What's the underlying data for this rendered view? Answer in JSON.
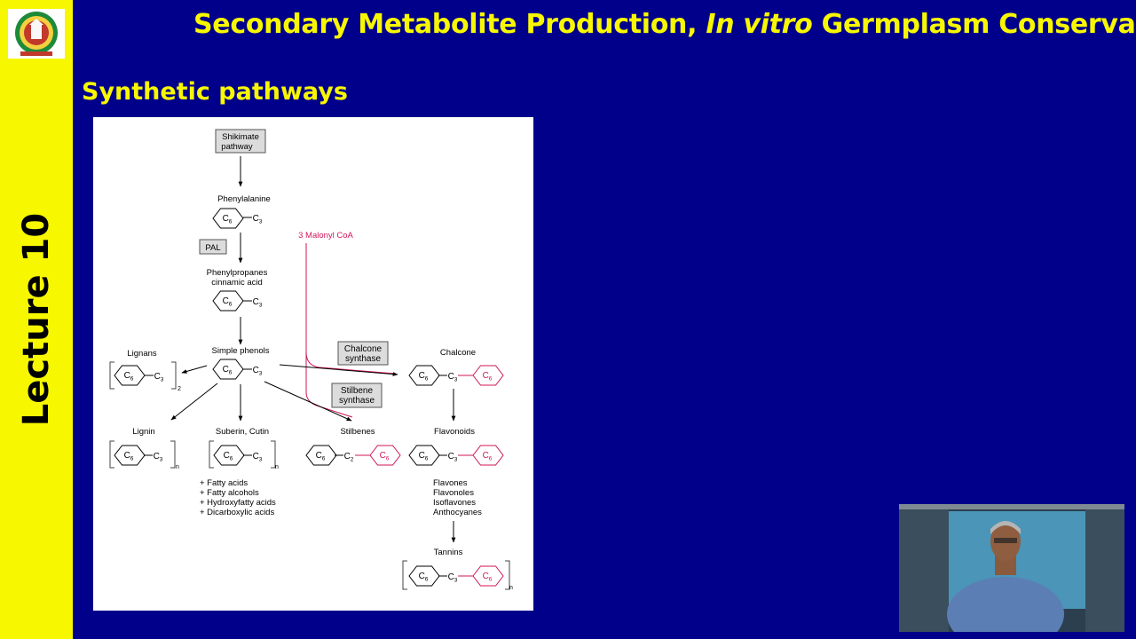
{
  "header": {
    "title_part1": "Secondary Metabolite Production, ",
    "title_italic": "In vitro",
    "title_part2": " Germplasm Conservation",
    "subtitle": "Synthetic pathways"
  },
  "sidebar": {
    "lecture": "Lecture 10",
    "logo_icon": "university-emblem-icon"
  },
  "diagram": {
    "shikimate": [
      "Shikimate",
      "pathway"
    ],
    "phenylalanine": "Phenylalanine",
    "pal": "PAL",
    "phenylpropanes": [
      "Phenylpropanes",
      "cinnamic acid"
    ],
    "malonyl": "3 Malonyl CoA",
    "simple_phenols": "Simple phenols",
    "lignans": "Lignans",
    "chalcone_synthase": [
      "Chalcone",
      "synthase"
    ],
    "chalcone": "Chalcone",
    "stilbene_synthase": [
      "Stilbene",
      "synthase"
    ],
    "lignin": "Lignin",
    "suberin": "Suberin, Cutin",
    "stilbenes": "Stilbenes",
    "flavonoids": "Flavonoids",
    "suberin_components": [
      "+ Fatty acids",
      "+ Fatty alcohols",
      "+ Hydroxyfatty acids",
      "+ Dicarboxylic acids"
    ],
    "flavonoid_classes": [
      "Flavones",
      "Flavonoles",
      "Isoflavones",
      "Anthocyanes"
    ],
    "tannins": "Tannins",
    "c6": "C",
    "c6_sub": "6",
    "c3": "C",
    "c3_sub": "3",
    "c2": "C",
    "c2_sub": "2",
    "sub2": "2",
    "subn": "n",
    "colors": {
      "accent": "#d0155a",
      "line": "#000000",
      "box": "#dcdcdc"
    }
  },
  "webcam": {
    "description_icon": "presenter-video-icon"
  }
}
